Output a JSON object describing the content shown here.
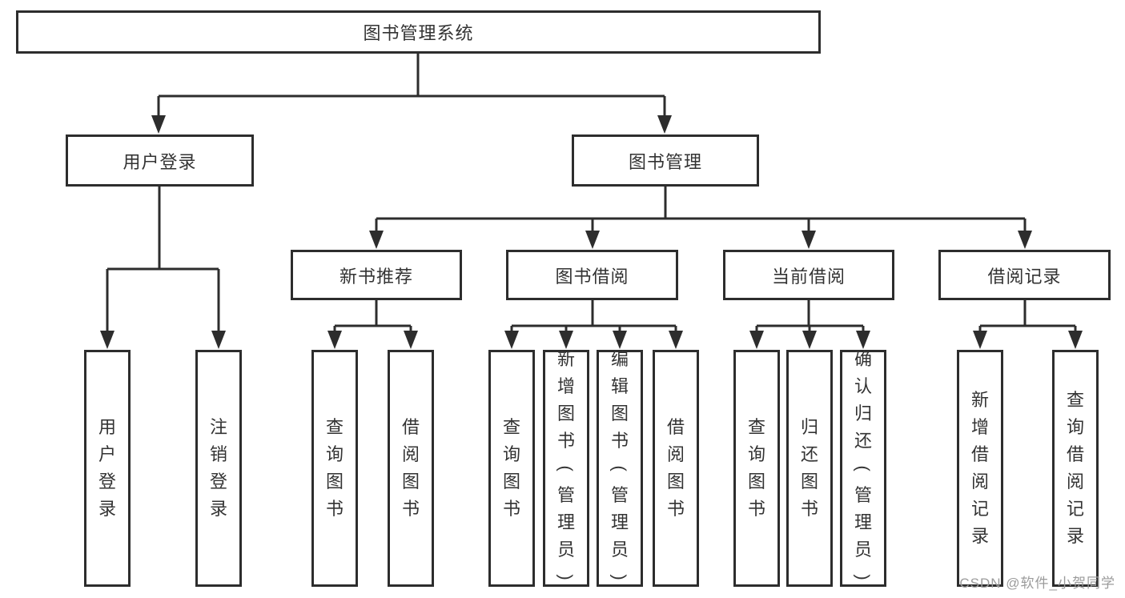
{
  "tree": {
    "root": {
      "label": "图书管理系统"
    },
    "level2": [
      {
        "label": "用户登录",
        "children": [
          {
            "label": "用户登录"
          },
          {
            "label": "注销登录"
          }
        ]
      },
      {
        "label": "图书管理",
        "sections": [
          {
            "label": "新书推荐",
            "children": [
              {
                "label": "查询图书"
              },
              {
                "label": "借阅图书"
              }
            ]
          },
          {
            "label": "图书借阅",
            "children": [
              {
                "label": "查询图书"
              },
              {
                "label": "新增图书（管理员）"
              },
              {
                "label": "编辑图书（管理员）"
              },
              {
                "label": "借阅图书"
              }
            ]
          },
          {
            "label": "当前借阅",
            "children": [
              {
                "label": "查询图书"
              },
              {
                "label": "归还图书"
              },
              {
                "label": "确认归还（管理员）"
              }
            ]
          },
          {
            "label": "借阅记录",
            "children": [
              {
                "label": "新增借阅记录"
              },
              {
                "label": "查询借阅记录"
              }
            ]
          }
        ]
      }
    ]
  },
  "watermark": {
    "text": "CSDN @软件_小贺同学"
  },
  "colors": {
    "line": "#2d2d2d",
    "text": "#333333",
    "background": "#ffffff",
    "watermark": "#9b9b9b"
  }
}
